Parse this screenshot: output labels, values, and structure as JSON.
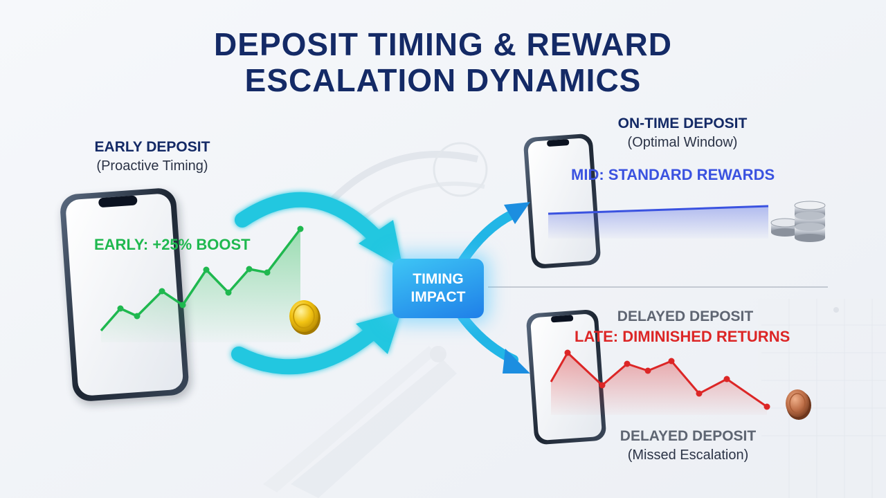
{
  "title": {
    "line1": "DEPOSIT TIMING & REWARD",
    "line2": "ESCALATION DYNAMICS"
  },
  "center": {
    "line1": "TIMING",
    "line2": "IMPACT"
  },
  "early": {
    "heading": "EARLY DEPOSIT",
    "subheading": "(Proactive Timing)",
    "callout": "EARLY: +25% BOOST",
    "color": "#1fb84f",
    "coin": "gold-coin"
  },
  "ontime": {
    "heading": "ON-TIME DEPOSIT",
    "subheading": "(Optimal Window)",
    "callout": "MID: STANDARD REWARDS",
    "color": "#3a52e0",
    "coin": "silver-coin-stack"
  },
  "delayed": {
    "heading_top": "DELAYED DEPOSIT",
    "callout": "LATE: DIMINISHED RETURNS",
    "heading": "DELAYED DEPOSIT",
    "subheading": "(Missed Escalation)",
    "color": "#dc2626",
    "coin": "bronze-coin"
  },
  "colors": {
    "title": "#142a66",
    "arrow": "#22c7e0",
    "arrow_blue": "#1c8ee0"
  }
}
